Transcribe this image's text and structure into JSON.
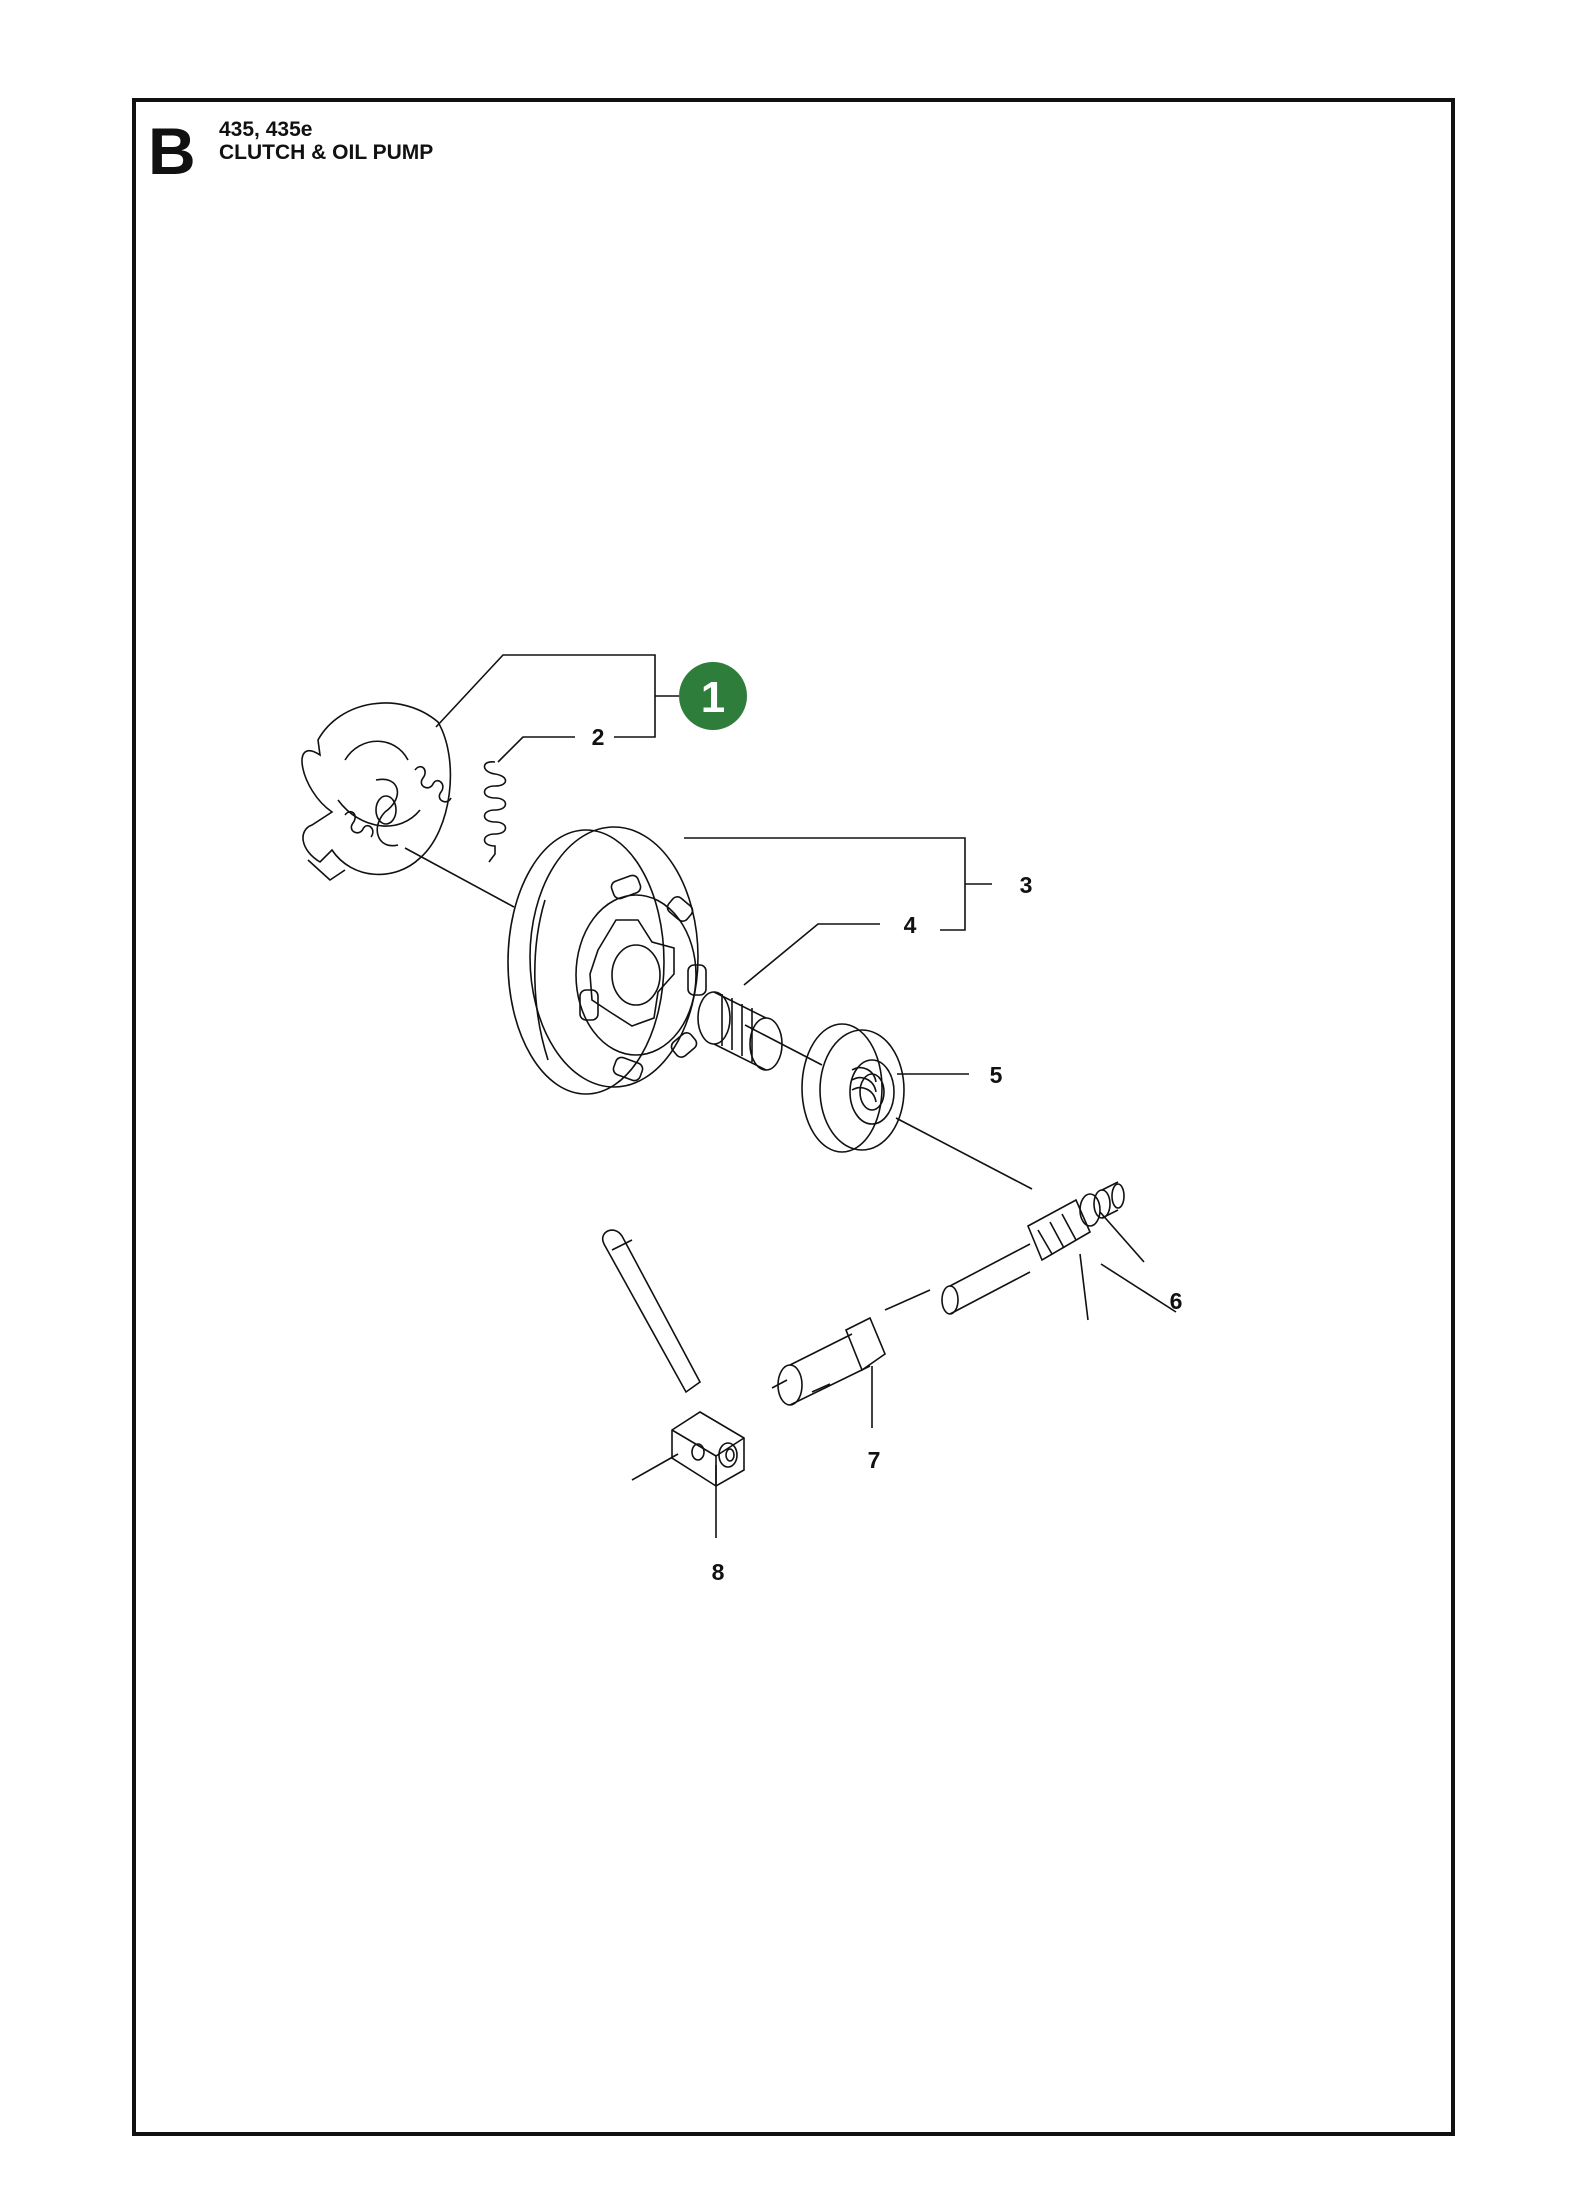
{
  "header": {
    "section": "B",
    "models": "435, 435e",
    "title": "CLUTCH & OIL PUMP"
  },
  "callouts": [
    {
      "id": "1",
      "highlight": true
    },
    {
      "id": "2"
    },
    {
      "id": "3"
    },
    {
      "id": "4"
    },
    {
      "id": "5"
    },
    {
      "id": "6"
    },
    {
      "id": "7"
    },
    {
      "id": "8"
    }
  ],
  "colors": {
    "badge": "#2e7d3a",
    "ink": "#111111"
  }
}
